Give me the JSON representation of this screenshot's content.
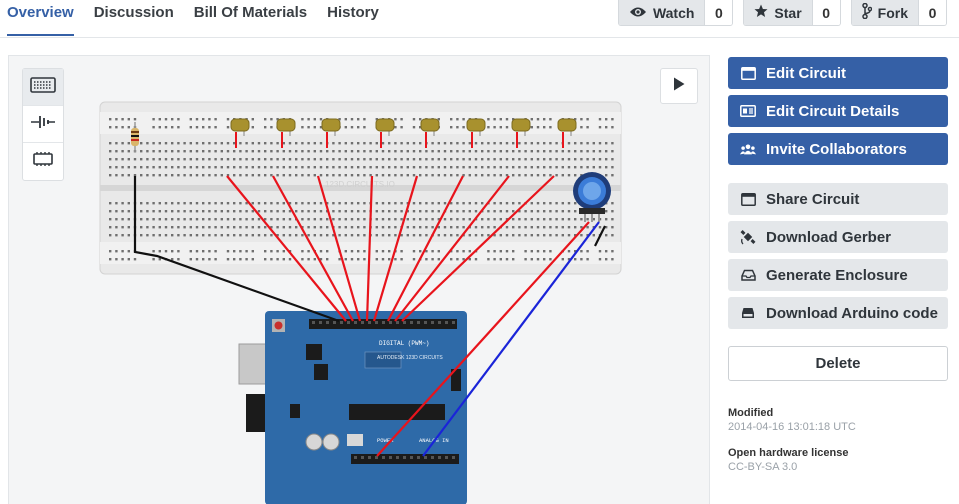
{
  "tabs": [
    {
      "label": "Overview",
      "active": true
    },
    {
      "label": "Discussion",
      "active": false
    },
    {
      "label": "Bill Of Materials",
      "active": false
    },
    {
      "label": "History",
      "active": false
    }
  ],
  "counters": {
    "watch": {
      "label": "Watch",
      "count": "0",
      "icon": "eye-icon"
    },
    "star": {
      "label": "Star",
      "count": "0",
      "icon": "star-icon"
    },
    "fork": {
      "label": "Fork",
      "count": "0",
      "icon": "fork-icon"
    }
  },
  "toolbar": {
    "tools": [
      "breadboard-view-icon",
      "schematic-view-icon",
      "pcb-view-icon"
    ],
    "play_icon": "play-icon"
  },
  "circuit": {
    "breadboard_watermark": "123D.CIRCUITS.IO",
    "board_brand": "AUTODESK 123D CIRCUITS",
    "digital_label": "DIGITAL (PWM~)",
    "analog_label": "ANALOG IN",
    "power_label": "POWER",
    "led_count": 8,
    "wire_colors": {
      "signal": "#e8141c",
      "ground": "#111111",
      "analog": "#1a24d8"
    }
  },
  "actions": {
    "edit_circuit": "Edit Circuit",
    "edit_details": "Edit Circuit Details",
    "invite": "Invite Collaborators",
    "share": "Share Circuit",
    "download_gerber": "Download Gerber",
    "generate_enclosure": "Generate Enclosure",
    "download_arduino": "Download Arduino code",
    "delete": "Delete"
  },
  "meta": {
    "modified_label": "Modified",
    "modified_value": "2014-04-16 13:01:18 UTC",
    "license_label": "Open hardware license",
    "license_value": "CC-BY-SA 3.0"
  },
  "colors": {
    "accent": "#3560a6",
    "secondary": "#e4e7ea",
    "arduino_board": "#2e6aa8"
  }
}
